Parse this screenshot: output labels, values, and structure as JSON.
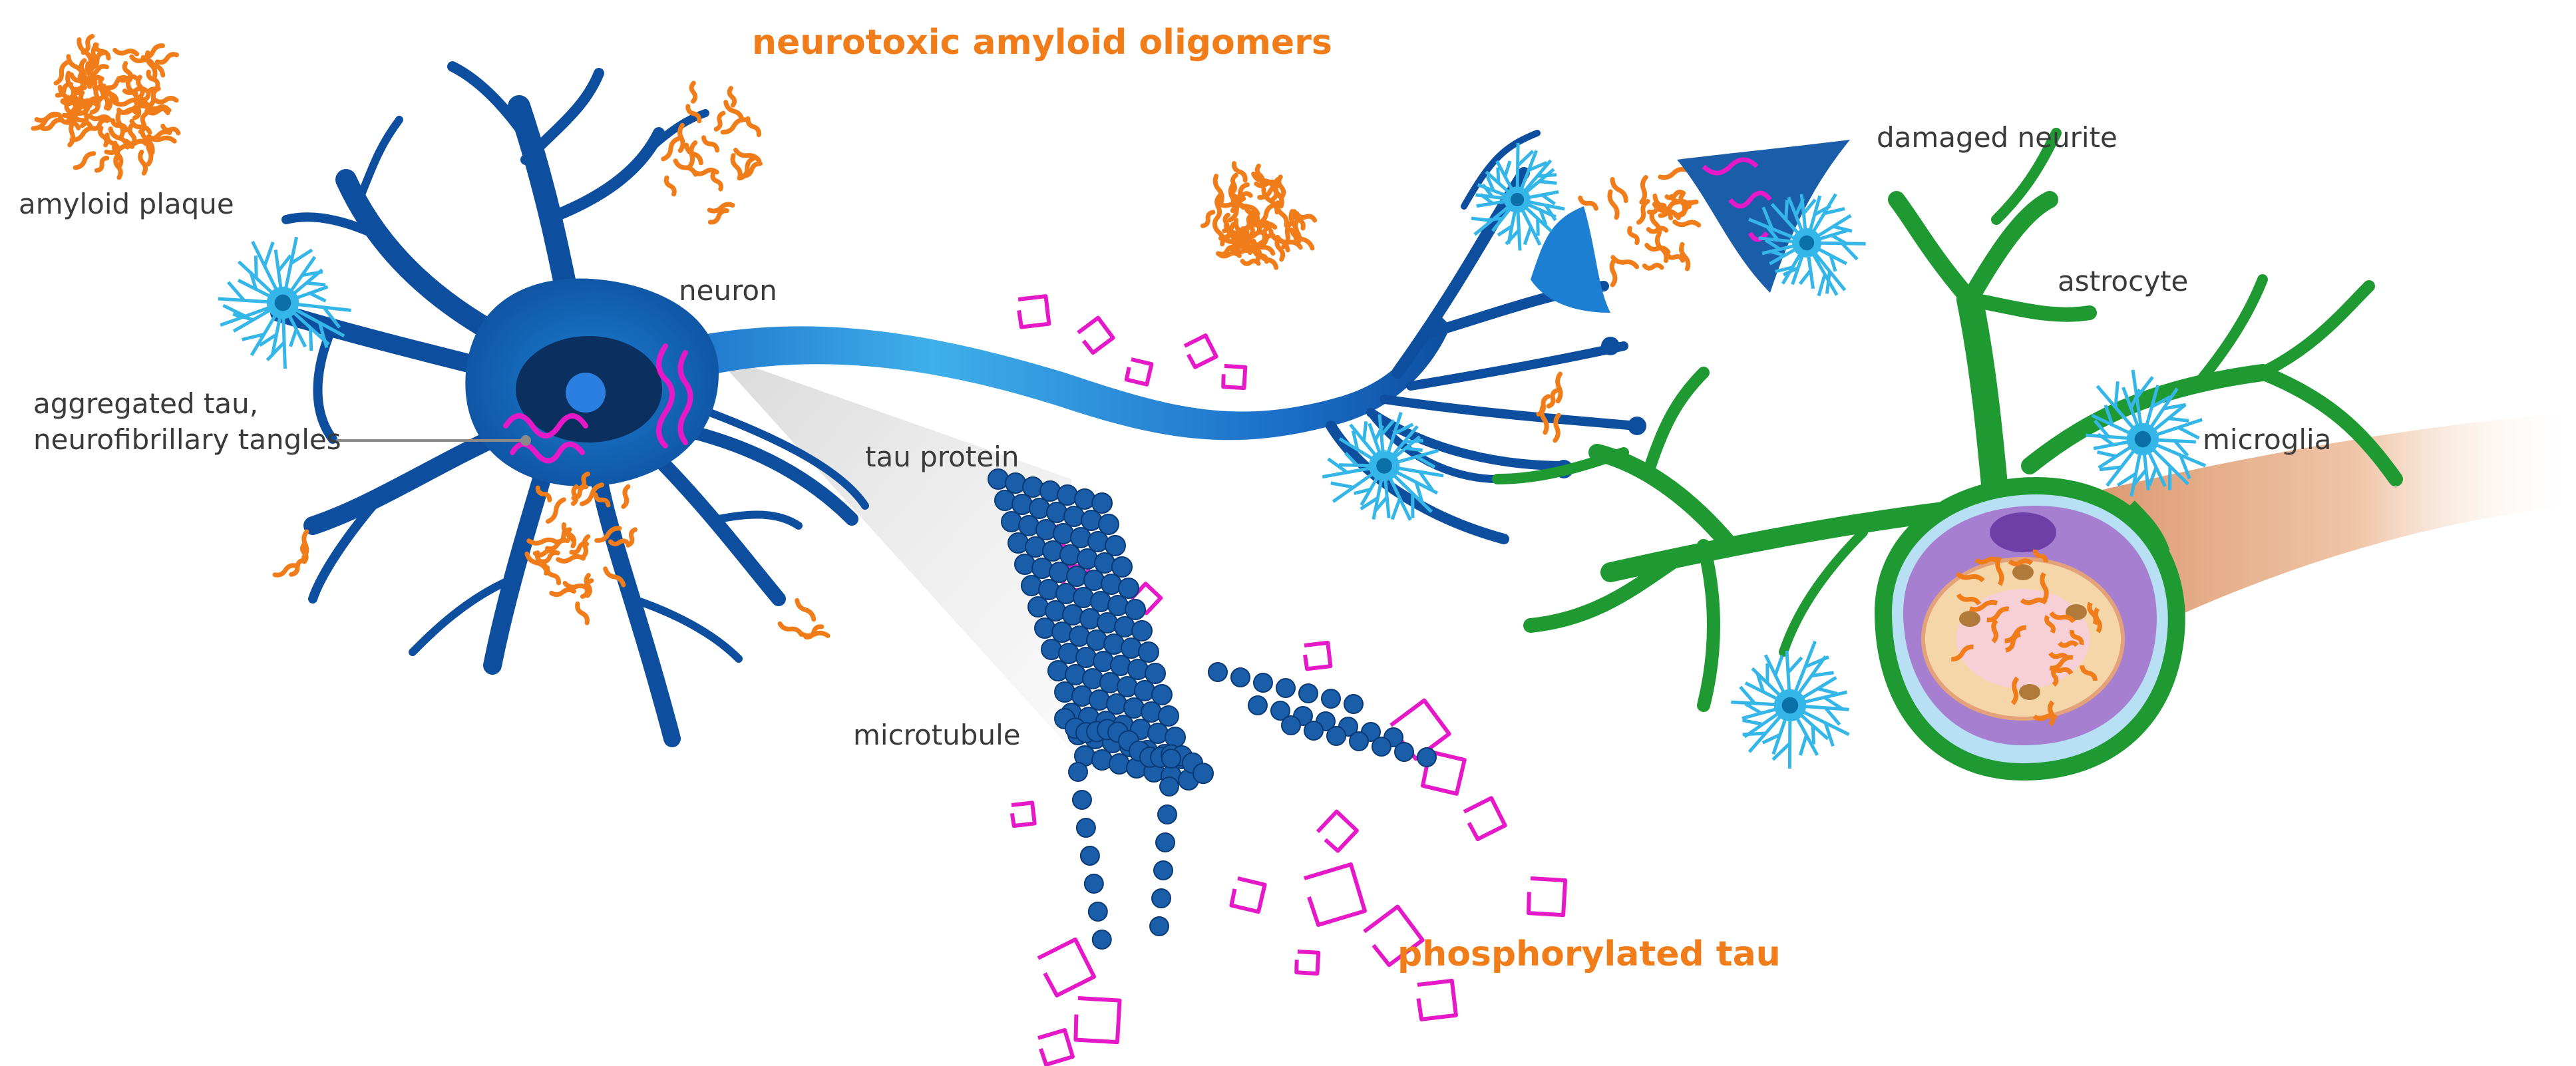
{
  "labels": {
    "amyloid_plaque": "amyloid plaque",
    "neurotoxic_oligomers": "neurotoxic amyloid oligomers",
    "neuron": "neuron",
    "aggregated_tau_line1": "aggregated tau,",
    "aggregated_tau_line2": "neurofibrillary tangles",
    "tau_protein": "tau protein",
    "microtubule": "microtubule",
    "phosphorylated_tau": "phosphorylated tau",
    "damaged_neurite": "damaged neurite",
    "astrocyte": "astrocyte",
    "microglia": "microglia"
  },
  "colors": {
    "neuron_dark": "#0d4f9e",
    "neuron_mid": "#1d7fd1",
    "axon_light": "#3fb0ea",
    "nucleus": "#0b2f5e",
    "nucleolus": "#2b7fe0",
    "amyloid": "#f07d1a",
    "tau_phospho": "#e619c8",
    "microtubule": "#1a5da8",
    "astrocyte": "#1f9a32",
    "microglia": "#35b6e8",
    "vessel_wall": "#a77fd0",
    "vessel_lumen": "#f7cfd6",
    "vessel_tube": "#e3a27a"
  }
}
